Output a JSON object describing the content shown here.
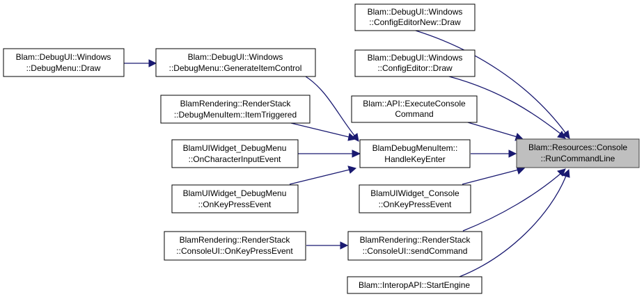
{
  "colors": {
    "edge": "#191970",
    "focus_fill": "#bfbfbf",
    "node_fill": "#ffffff"
  },
  "nodes": {
    "run_command_line": {
      "line1": "Blam::Resources::Console",
      "line2": "::RunCommandLine"
    },
    "config_editor_new": {
      "line1": "Blam::DebugUI::Windows",
      "line2": "::ConfigEditorNew::Draw"
    },
    "config_editor": {
      "line1": "Blam::DebugUI::Windows",
      "line2": "::ConfigEditor::Draw"
    },
    "execute_console": {
      "line1": "Blam::API::ExecuteConsole",
      "line2": "Command"
    },
    "handle_key_enter": {
      "line1": "BlamDebugMenuItem::",
      "line2": "HandleKeyEnter"
    },
    "console_key_press": {
      "line1": "BlamUIWidget_Console",
      "line2": "::OnKeyPressEvent"
    },
    "send_command": {
      "line1": "BlamRendering::RenderStack",
      "line2": "::ConsoleUI::sendCommand"
    },
    "start_engine": {
      "line1": "Blam::InteropAPI::StartEngine"
    },
    "debug_menu_draw": {
      "line1": "Blam::DebugUI::Windows",
      "line2": "::DebugMenu::Draw"
    },
    "generate_item_control": {
      "line1": "Blam::DebugUI::Windows",
      "line2": "::DebugMenu::GenerateItemControl"
    },
    "item_triggered": {
      "line1": "BlamRendering::RenderStack",
      "line2": "::DebugMenuItem::ItemTriggered"
    },
    "char_input_event": {
      "line1": "BlamUIWidget_DebugMenu",
      "line2": "::OnCharacterInputEvent"
    },
    "menu_key_press": {
      "line1": "BlamUIWidget_DebugMenu",
      "line2": "::OnKeyPressEvent"
    },
    "console_ui_key_press": {
      "line1": "BlamRendering::RenderStack",
      "line2": "::ConsoleUI::OnKeyPressEvent"
    }
  }
}
